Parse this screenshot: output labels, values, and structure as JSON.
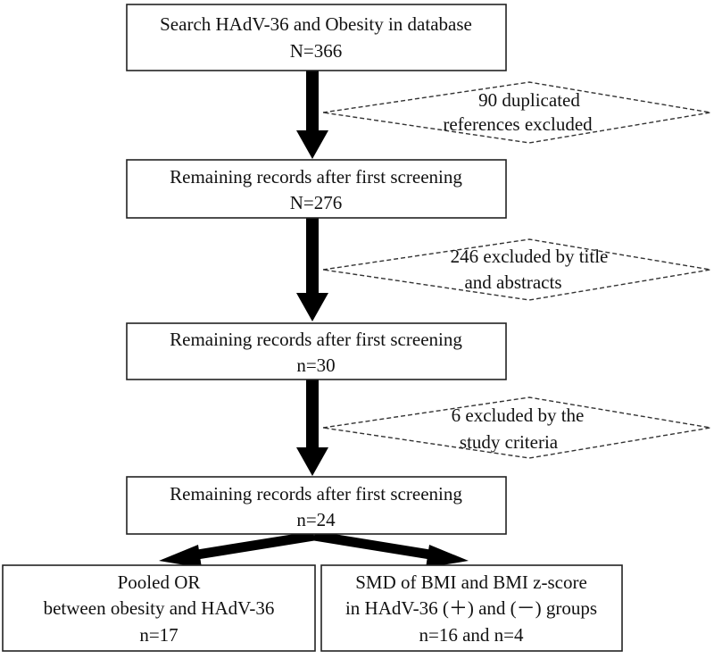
{
  "boxes": {
    "search": {
      "line1": "Search HAdV-36 and Obesity in database",
      "line2": "N=366"
    },
    "remaining1": {
      "line1": "Remaining records after first screening",
      "line2": "N=276"
    },
    "remaining2": {
      "line1": "Remaining records after first screening",
      "line2": "n=30"
    },
    "remaining3": {
      "line1": "Remaining records after first screening",
      "line2": "n=24"
    },
    "pooled": {
      "line1": "Pooled OR",
      "line2": "between obesity and HAdV-36",
      "line3": "n=17"
    },
    "smd": {
      "line1": "SMD of BMI and BMI z-score",
      "line2": "in HAdV-36 (＋) and (－) groups",
      "line3": "n=16 and n=4"
    }
  },
  "exclusions": {
    "duplicates": {
      "line1": "90 duplicated",
      "line2": "references excluded"
    },
    "title_abstract": {
      "line1": "246 excluded by title",
      "line2": "and abstracts"
    },
    "criteria": {
      "line1": "6 excluded by the",
      "line2": "study criteria"
    }
  }
}
